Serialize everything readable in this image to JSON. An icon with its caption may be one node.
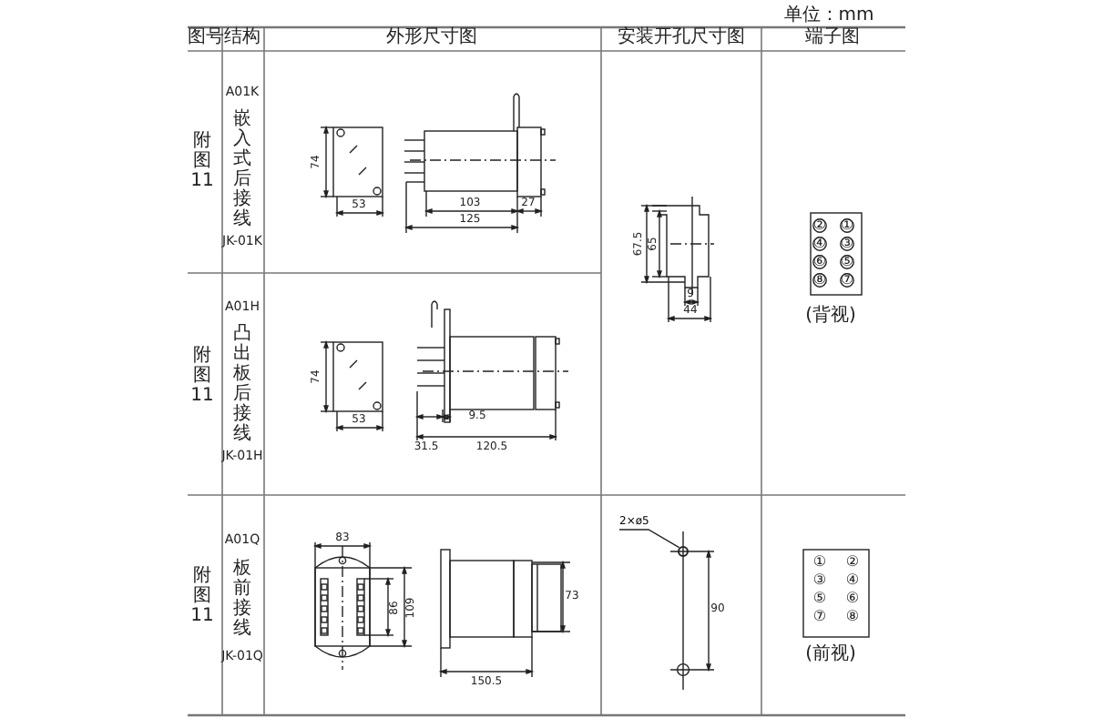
{
  "diagram": {
    "nodes": [
      {
        "text": [
          "2×ø5"
        ]
      },
      {
        "text": [],
        "shape": "circle"
      }
    ],
    "edges": [
      {
        "from": 0,
        "to": 1,
        "arrow": "none"
      }
    ],
    "labels": [
      "单位：mm",
      "图号",
      "结构",
      "外形尺寸图",
      "安装开孔尺寸图",
      "端子图",
      "附图",
      "11",
      "A01K",
      "嵌入式后接线",
      "JK-01K",
      "74",
      "53",
      "103",
      "27",
      "125",
      "67.5",
      "65",
      "9",
      "44",
      "②",
      "①",
      "④",
      "③",
      "⑥",
      "⑤",
      "⑧",
      "⑦",
      "(背视)",
      "附图",
      "11",
      "A01H",
      "凸出板后接线",
      "JK-01H",
      "74",
      "53",
      "31.5",
      "9.5",
      "120.5",
      "附图",
      "11",
      "A01Q",
      "板前接线",
      "JK-01Q",
      "83",
      "86",
      "109",
      "73",
      "150.5",
      "90",
      "①",
      "②",
      "③",
      "④",
      "⑤",
      "⑥",
      "⑦",
      "⑧",
      "(前视)"
    ]
  }
}
